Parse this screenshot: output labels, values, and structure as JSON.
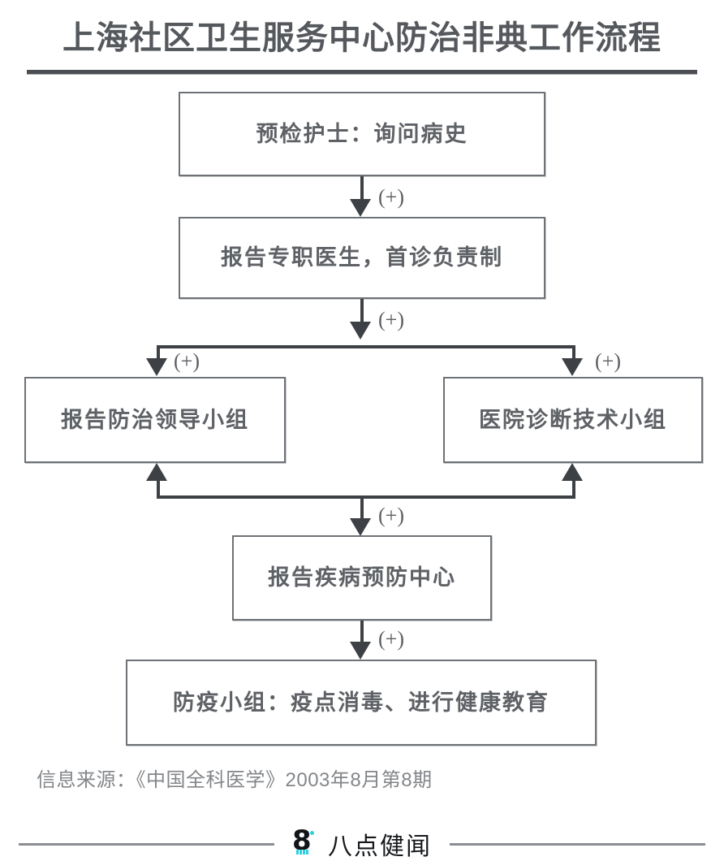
{
  "header": {
    "title": "上海社区卫生服务中心防治非典工作流程"
  },
  "flowchart": {
    "nodes": [
      {
        "id": "n1",
        "label": "预检护士：询问病史"
      },
      {
        "id": "n2",
        "label": "报告专职医生，首诊负责制"
      },
      {
        "id": "n3",
        "label": "报告防治领导小组"
      },
      {
        "id": "n4",
        "label": "医院诊断技术小组"
      },
      {
        "id": "n5",
        "label": "报告疾病预防中心"
      },
      {
        "id": "n6",
        "label": "防疫小组：疫点消毒、进行健康教育"
      }
    ],
    "edges": [
      {
        "from": "n1",
        "to": "n2",
        "label": "(+)"
      },
      {
        "from": "n2",
        "to": "n3",
        "label": "(+)"
      },
      {
        "from": "n2",
        "to": "n4",
        "label": "(+)"
      },
      {
        "from": "n3",
        "to": "n5",
        "label": "(+)"
      },
      {
        "from": "n4",
        "to": "n5",
        "label": "(+)"
      },
      {
        "from": "n5",
        "to": "n6",
        "label": "(+)"
      }
    ],
    "edge_labels": {
      "split_main": "(+)",
      "to_n2": "(+)",
      "to_n3": "(+)",
      "to_n4": "(+)",
      "to_n5": "(+)",
      "to_n6": "(+)"
    }
  },
  "source": {
    "text": "信息来源：《中国全科医学》2003年8月第8期"
  },
  "footer": {
    "brand_name": "八点健闻",
    "logo_digit": "8"
  },
  "colors": {
    "title_text": "#55585c",
    "node_border": "#6e7276",
    "node_text": "#5e6165",
    "connector": "#3d4044",
    "source_text": "#83868a",
    "brand_accent": "#2ad2e0",
    "background": "#ffffff"
  }
}
